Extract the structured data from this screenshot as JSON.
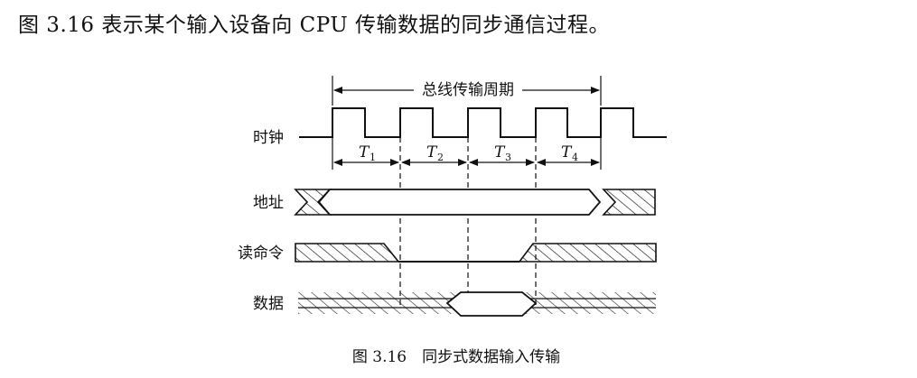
{
  "intro_text": "图 3.16 表示某个输入设备向 CPU 传输数据的同步通信过程。",
  "diagram": {
    "period_label": "总线传输周期",
    "signals": {
      "clock": "时钟",
      "address": "地址",
      "read_cmd": "读命令",
      "data": "数据"
    },
    "phases": [
      {
        "symbol": "T",
        "sub": "1"
      },
      {
        "symbol": "T",
        "sub": "2"
      },
      {
        "symbol": "T",
        "sub": "3"
      },
      {
        "symbol": "T",
        "sub": "4"
      }
    ]
  },
  "caption": "图 3.16　同步式数据输入传输"
}
